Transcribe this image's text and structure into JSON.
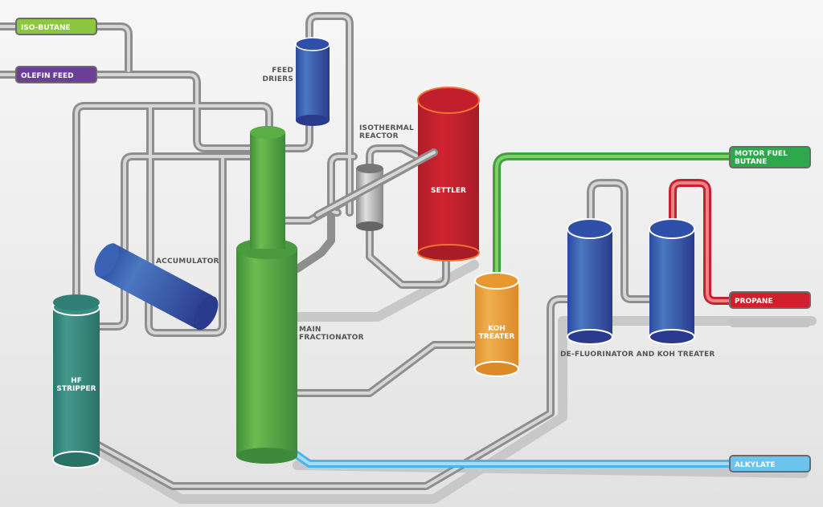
{
  "title": "Alkylation Process Flow Diagram",
  "streams": {
    "inputs": [
      {
        "label": "ISO-BUTANE",
        "color": "#8dc63f"
      },
      {
        "label": "OLEFIN FEED",
        "color": "#6b3e98"
      }
    ],
    "outputs": [
      {
        "label_line1": "MOTOR FUEL",
        "label_line2": "BUTANE",
        "color": "#2ea84a"
      },
      {
        "label": "PROPANE",
        "color": "#d0202e"
      },
      {
        "label": "ALKYLATE",
        "color": "#6cc4ee"
      }
    ]
  },
  "equipment": {
    "feed_driers": {
      "line1": "FEED",
      "line2": "DRIERS",
      "color": "#2f4fa8"
    },
    "isothermal_reactor": {
      "line1": "ISOTHERMAL",
      "line2": "REACTOR",
      "color": "#a9a9a9"
    },
    "settler": {
      "label": "SETTLER",
      "color": "#c9202d"
    },
    "accumulator": {
      "label": "ACCUMULATOR",
      "color": "#2f4fa8"
    },
    "main_fractionator": {
      "line1": "MAIN",
      "line2": "FRACTIONATOR",
      "color": "#5aae46"
    },
    "hf_stripper": {
      "line1": "HF",
      "line2": "STRIPPER",
      "color": "#2e8a7e"
    },
    "koh_treater": {
      "line1": "KOH",
      "line2": "TREATER",
      "color": "#e8982e"
    },
    "defluorinator": {
      "label": "DE-FLUORINATOR AND KOH TREATER",
      "color": "#2f4fa8"
    }
  },
  "pipe_colors": {
    "gray": "#b8b8b8",
    "green": "#4cb848",
    "red": "#d8303c",
    "blue": "#74c7f0"
  }
}
